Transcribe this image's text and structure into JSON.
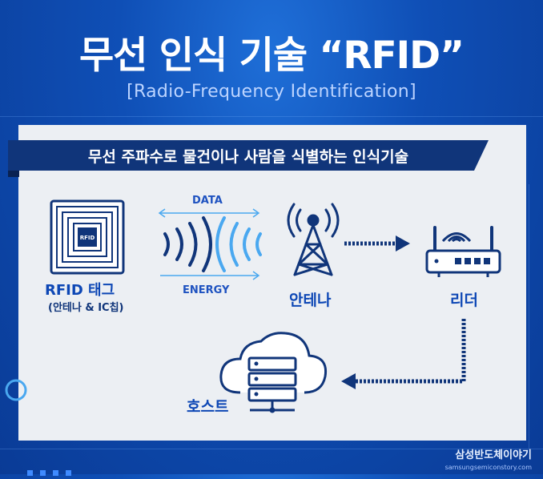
{
  "header": {
    "title": "무선 인식 기술 “RFID”",
    "subtitle": "[Radio-Frequency Identification]"
  },
  "banner": {
    "text": "무선 주파수로 물건이나 사람을 식별하는 인식기술"
  },
  "diagram": {
    "tag_chip_text": "RFID",
    "tag_label": "RFID 태그",
    "tag_sublabel": "(안테나 & IC칩)",
    "data_label": "DATA",
    "energy_label": "ENERGY",
    "antenna_label": "안테나",
    "reader_label": "리더",
    "host_label": "호스트"
  },
  "footer": {
    "brand": "삼성반도체이야기",
    "url": "samsungsemiconstory.com"
  },
  "colors": {
    "primary_blue": "#0d47b5",
    "navy": "#10357a",
    "panel_bg": "#eceff3",
    "wave_light": "#4aa8f0"
  }
}
